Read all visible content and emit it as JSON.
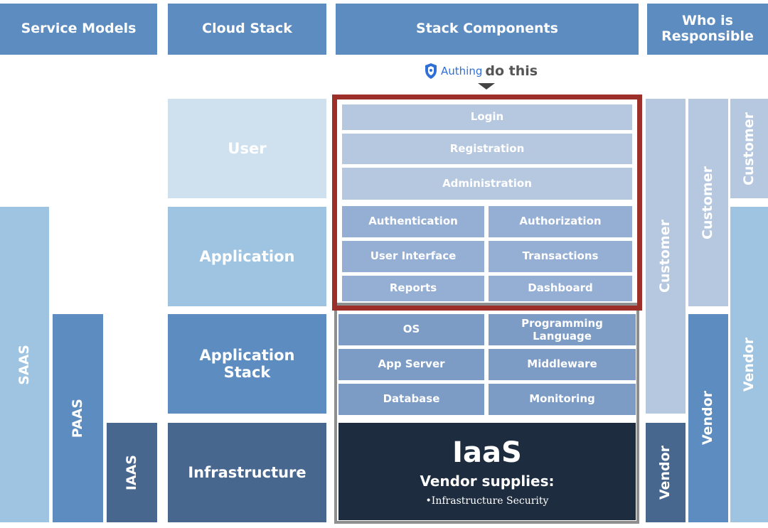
{
  "headers": {
    "service_models": "Service Models",
    "cloud_stack": "Cloud Stack",
    "stack_components": "Stack Components",
    "who_responsible": "Who is Responsible"
  },
  "callout": {
    "brand": "Authing",
    "text": "do this"
  },
  "service_models": {
    "saas": "SAAS",
    "paas": "PAAS",
    "iaas": "IAAS"
  },
  "cloud_stack": {
    "user": "User",
    "application": "Application",
    "application_stack": "Application Stack",
    "infrastructure": "Infrastructure"
  },
  "components": {
    "login": "Login",
    "registration": "Registration",
    "administration": "Administration",
    "authentication": "Authentication",
    "authorization": "Authorization",
    "user_interface": "User Interface",
    "transactions": "Transactions",
    "reports": "Reports",
    "dashboard": "Dashboard",
    "os": "OS",
    "programming_language": "Programming Language",
    "app_server": "App Server",
    "middleware": "Middleware",
    "database": "Database",
    "monitoring": "Monitoring"
  },
  "iaas_block": {
    "title": "IaaS",
    "subtitle": "Vendor supplies:",
    "bullet": "•Infrastructure Security"
  },
  "responsibility": {
    "col1_customer": "Customer",
    "col1_vendor": "Vendor",
    "col2_customer": "Customer",
    "col2_vendor": "Vendor",
    "col3_customer": "Customer",
    "col3_vendor": "Vendor"
  },
  "colors": {
    "header": "#5c8cc0",
    "highlight_border": "#9c2f2a",
    "iaas_dark": "#1e2c3f"
  }
}
